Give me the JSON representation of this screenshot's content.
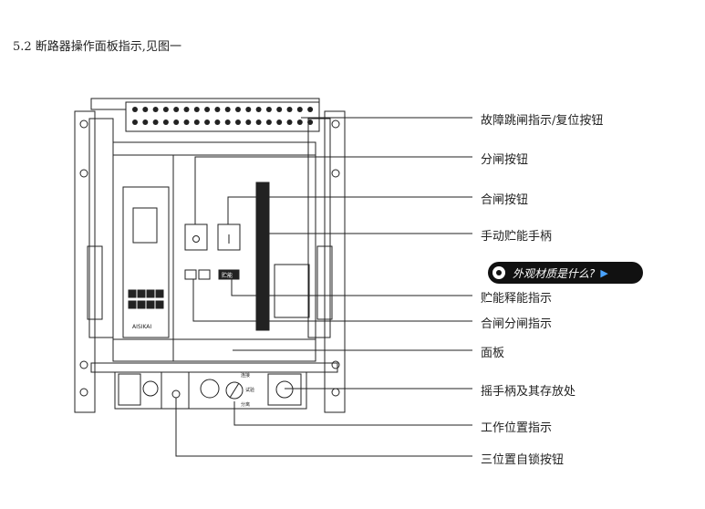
{
  "heading": "5.2 断路器操作面板指示,见图一",
  "callouts": [
    "故障跳闸指示/复位按钮",
    "分闸按钮",
    "合闸按钮",
    "手动贮能手柄",
    "贮能释能指示",
    "合闸分闸指示",
    "面板",
    "摇手柄及其存放处",
    "工作位置指示",
    "三位置自锁按钮"
  ],
  "device": {
    "brand": "AISIKAI",
    "open_button_symbol": "O",
    "close_button_symbol": "I",
    "storage_label": "贮能",
    "dial_marks": [
      "连接",
      "试验",
      "分离"
    ]
  },
  "badge": {
    "text": "外观材质是什么?"
  }
}
